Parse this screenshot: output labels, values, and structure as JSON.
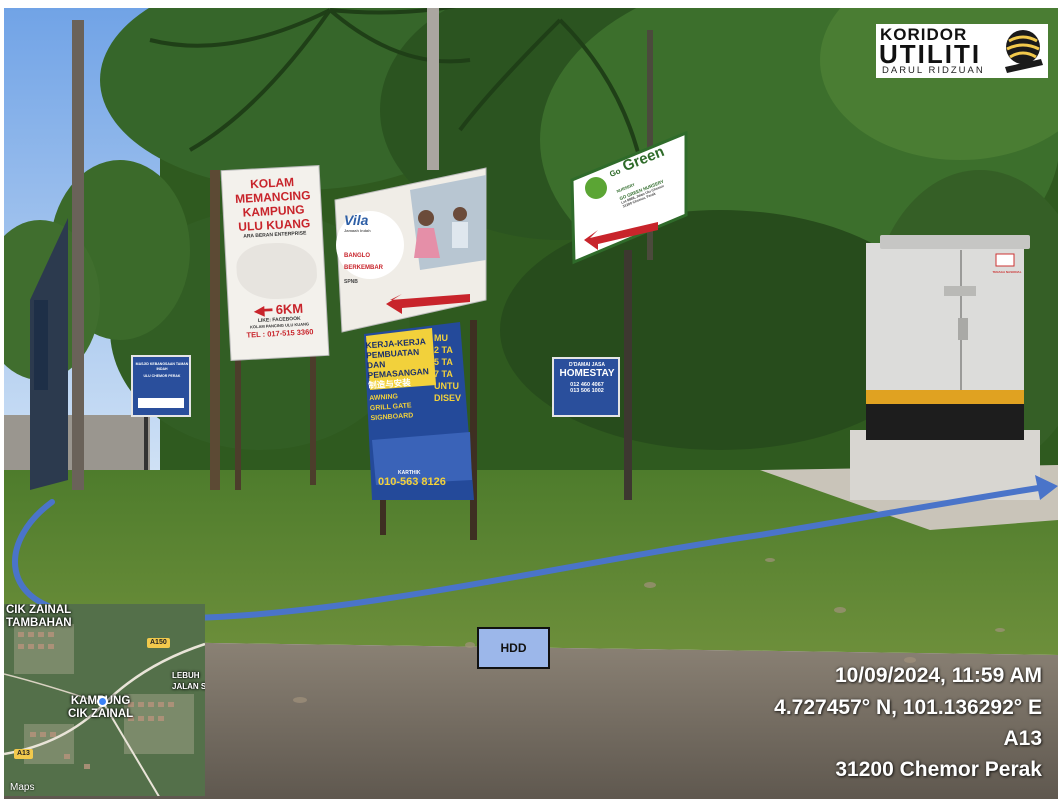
{
  "logo": {
    "line1": "KORIDOR",
    "line2": "UTILITI",
    "line3": "DARUL RIDZUAN",
    "icon": "globe-logo-icon"
  },
  "signs": {
    "kolam": {
      "line1": "KOLAM",
      "line2": "MEMANCING",
      "line3": "KAMPUNG",
      "line4": "ULU KUANG",
      "sub": "ARA BERAN ENTERPRISE",
      "distance": "6KM",
      "fb": "LIKE: FACEBOOK",
      "fb_name": "KOLAM PANCING ULU KUANG",
      "tel": "TEL : 017-515 3360"
    },
    "vila": {
      "brand": "Vila",
      "tagline": "Jamaah Indah",
      "place1": "BANGLO",
      "place2": "BERKEMBAR",
      "dev": "SPNB"
    },
    "green": {
      "brand": "Green",
      "brand_prefix": "Go",
      "sub": "NURSERY",
      "name": "GO GREEN NURSERY",
      "addr1": "Lot 8888, Jalan Ulu Chemor",
      "addr2": "31200 Chemor, Perak"
    },
    "kerja": {
      "l1": "KERJA-KERJA",
      "l2": "PEMBUATAN DAN",
      "l3": "PEMASANGAN",
      "l4": "制造与安装",
      "l5": "AWNING",
      "l6": "GRILL GATE",
      "l7": "SIGNBOARD",
      "side1": "MU",
      "side2": "2 TA",
      "side3": "5 TA",
      "side4": "7 TA",
      "side5": "UNTU",
      "side6": "DISEV",
      "contact": "KARTHIK",
      "phone": "010-563 8126"
    },
    "homestay": {
      "l1": "D'DAMAI JASA",
      "l2": "HOMESTAY",
      "p1": "012 460 4067",
      "p2": "013 506 1002"
    },
    "left": {
      "l1": "MASJID KEBANGSAAN TAMAN INDAH",
      "l2": "ULU CHEMOR PERAK"
    }
  },
  "cabinet": {
    "warning": "TENAGA NASIONAL"
  },
  "route": {
    "color": "#4a74c9"
  },
  "hdd_label": "HDD",
  "stamp": {
    "datetime": "10/09/2024, 11:59 AM",
    "coords": "4.727457° N, 101.136292° E",
    "road": "A13",
    "city": "31200 Chemor Perak"
  },
  "map": {
    "label_top_1": "CIK ZAINAL",
    "label_top_2": "TAMBAHAN",
    "label_center_1": "KAMPUNG",
    "label_center_2": "CIK ZAINAL",
    "label_right_1": "LEBUH",
    "label_right_2": "JALAN SE",
    "shield_1": "A150",
    "shield_2": "A13",
    "brand": "Maps"
  }
}
